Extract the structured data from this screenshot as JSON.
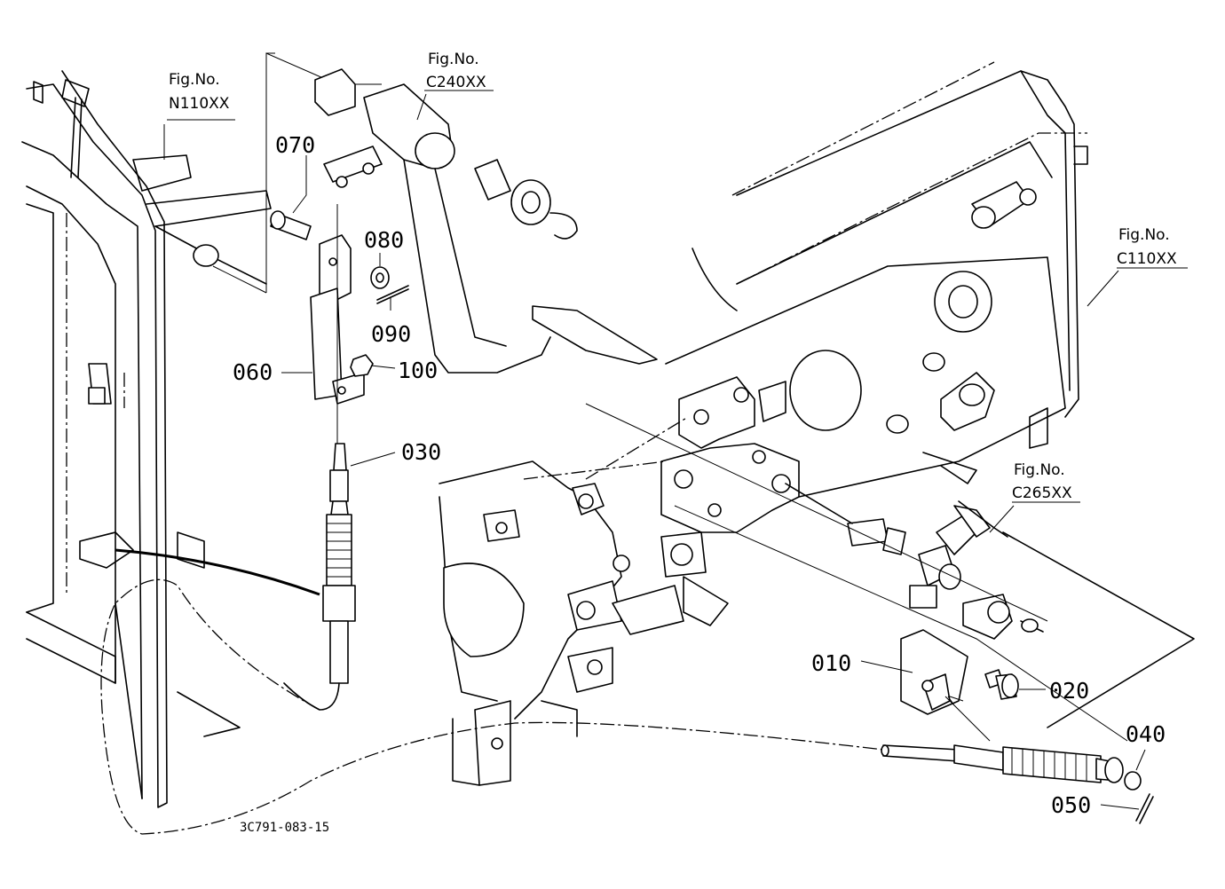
{
  "figure_refs": [
    {
      "line1": "Fig.No.",
      "line2": "N110XX"
    },
    {
      "line1": "Fig.No.",
      "line2": "C240XX"
    },
    {
      "line1": "Fig.No.",
      "line2": "C110XX"
    },
    {
      "line1": "Fig.No.",
      "line2": "C265XX"
    }
  ],
  "parts": [
    {
      "number": "010"
    },
    {
      "number": "020"
    },
    {
      "number": "030"
    },
    {
      "number": "040"
    },
    {
      "number": "050"
    },
    {
      "number": "060"
    },
    {
      "number": "070"
    },
    {
      "number": "080"
    },
    {
      "number": "090"
    },
    {
      "number": "100"
    }
  ],
  "drawing_code": "3C791-083-15"
}
